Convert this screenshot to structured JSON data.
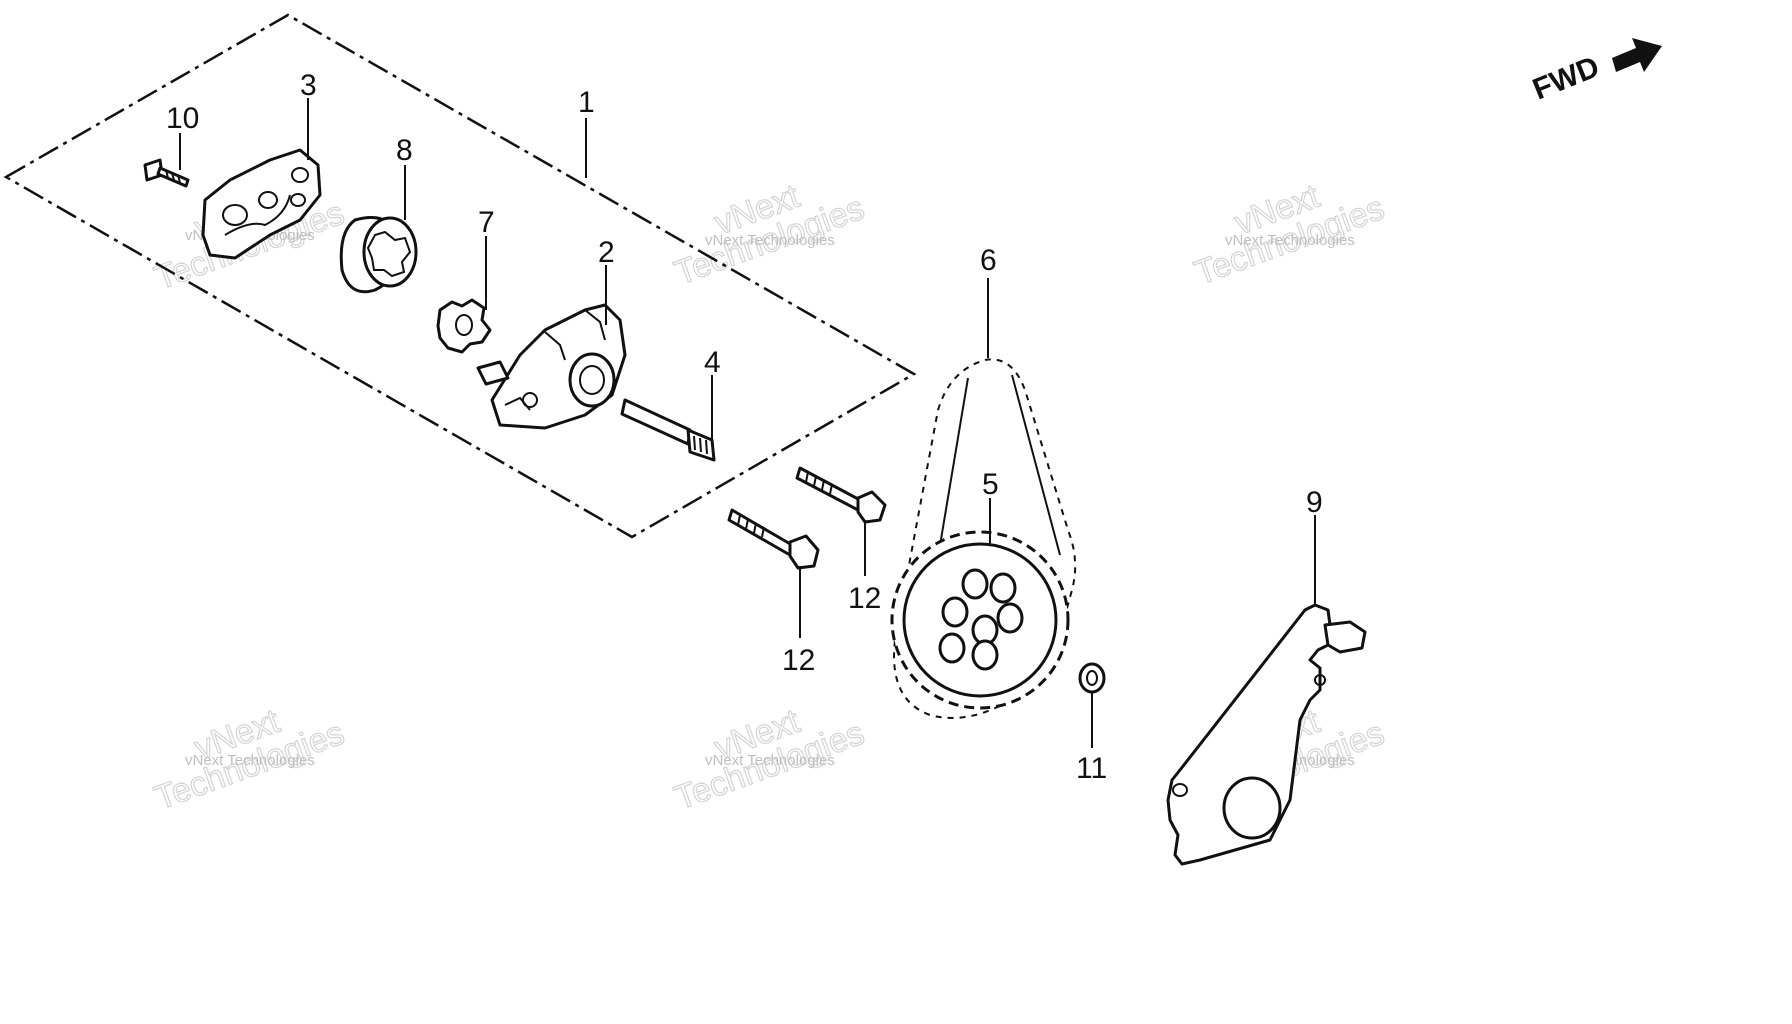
{
  "direction_label": "FWD",
  "watermark": {
    "small": "vNext Technologies",
    "big_top": "vNext",
    "big_bottom": "Technologies"
  },
  "callouts": {
    "c1": "1",
    "c2": "2",
    "c3": "3",
    "c4": "4",
    "c5": "5",
    "c6": "6",
    "c7": "7",
    "c8": "8",
    "c9": "9",
    "c10": "10",
    "c11": "11",
    "c12a": "12",
    "c12b": "12"
  }
}
